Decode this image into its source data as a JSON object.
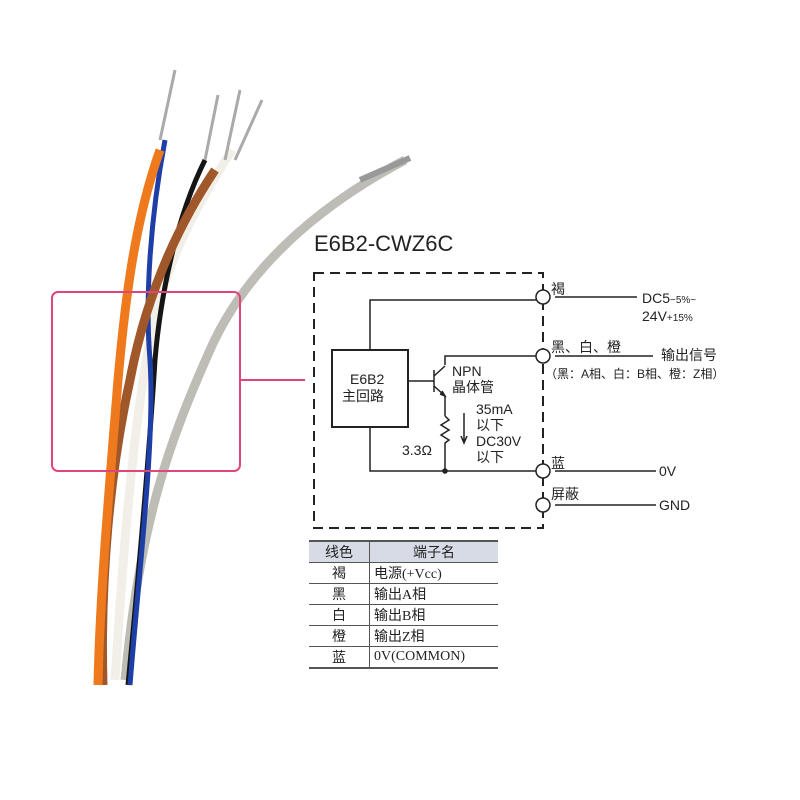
{
  "colors": {
    "highlight": "#e0457b",
    "brown_wire": "#a0582a",
    "orange_wire": "#ef7a1d",
    "blue_wire": "#1f3fa8",
    "shield_wire": "#b8b8b0"
  },
  "diagram": {
    "model_title": "E6B2-CWZ6C",
    "main_block": {
      "line1": "E6B2",
      "line2": "主回路"
    },
    "transistor": {
      "line1": "NPN",
      "line2": "晶体管"
    },
    "current_limit": {
      "line1": "35mA",
      "line2": "以下",
      "line3": "DC30V",
      "line4": "以下"
    },
    "resistor": "3.3Ω",
    "terminals": [
      {
        "label": "褐",
        "signal": "DC5",
        "signal_sub1": "−5%~",
        "signal_line2": "24V",
        "signal_sub2": "+15%"
      },
      {
        "label": "黑、白、橙",
        "signal": "输出信号",
        "note": "（黑：A相、白：B相、橙：Z相）"
      },
      {
        "label": "蓝",
        "signal": "0V"
      },
      {
        "label": "屏蔽",
        "signal": "GND"
      }
    ]
  },
  "table": {
    "headers": [
      "线色",
      "端子名"
    ],
    "rows": [
      [
        "褐",
        "电源(+Vcc)"
      ],
      [
        "黑",
        "输出A相"
      ],
      [
        "白",
        "输出B相"
      ],
      [
        "橙",
        "输出Z相"
      ],
      [
        "蓝",
        "0V(COMMON)"
      ]
    ]
  }
}
